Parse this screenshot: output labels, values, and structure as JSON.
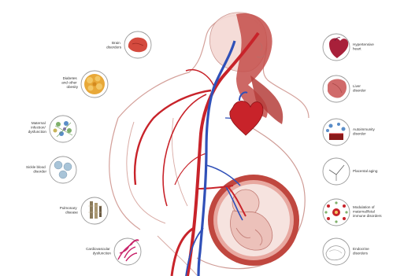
{
  "left_items": [
    {
      "id": "brain",
      "icon": "brain-injury-icon",
      "label_lines": [
        "Brain",
        "disorders"
      ]
    },
    {
      "id": "diabetes",
      "icon": "fat-cells-icon",
      "label_lines": [
        "Diabetes",
        "and other",
        "obesity"
      ]
    },
    {
      "id": "maternal",
      "icon": "immune-cells-icon",
      "label_lines": [
        "Maternal",
        "infection/",
        "dysfunction"
      ]
    },
    {
      "id": "sickle",
      "icon": "blood-cells-icon",
      "label_lines": [
        "Sickle blood",
        "disorder"
      ]
    },
    {
      "id": "pulmonary",
      "icon": "lung-tissue-icon",
      "label_lines": [
        "Pulmonary",
        "disease"
      ]
    },
    {
      "id": "vascular",
      "icon": "vascular-tissue-icon",
      "label_lines": [
        "Cardiovascular",
        "dysfunction"
      ]
    }
  ],
  "right_items": [
    {
      "id": "hypertension",
      "icon": "heart-organ-icon",
      "label_lines": [
        "Hypertensive",
        "heart"
      ]
    },
    {
      "id": "liver",
      "icon": "liver-organ-icon",
      "label_lines": [
        "Liver",
        "disorder"
      ]
    },
    {
      "id": "autoimmune",
      "icon": "autoimmune-cells-icon",
      "label_lines": [
        "Autoimmunity",
        "disorder"
      ]
    },
    {
      "id": "placenta",
      "icon": "placental-imaging-icon",
      "label_lines": [
        "Placental aging"
      ]
    },
    {
      "id": "metabolism",
      "icon": "metabolic-cells-icon",
      "label_lines": [
        "Modulation of",
        "maternal/fetal",
        "immune disorders"
      ]
    },
    {
      "id": "endocrine",
      "icon": "endocrine-tissue-icon",
      "label_lines": [
        "Endocrine",
        "disorders"
      ]
    }
  ],
  "colors": {
    "artery": "#c8232a",
    "vein": "#3050b8",
    "skin": "#e8b0aa",
    "skin_dark": "#c66a66",
    "uterus": "#c0473f",
    "outline": "#b07b76"
  }
}
